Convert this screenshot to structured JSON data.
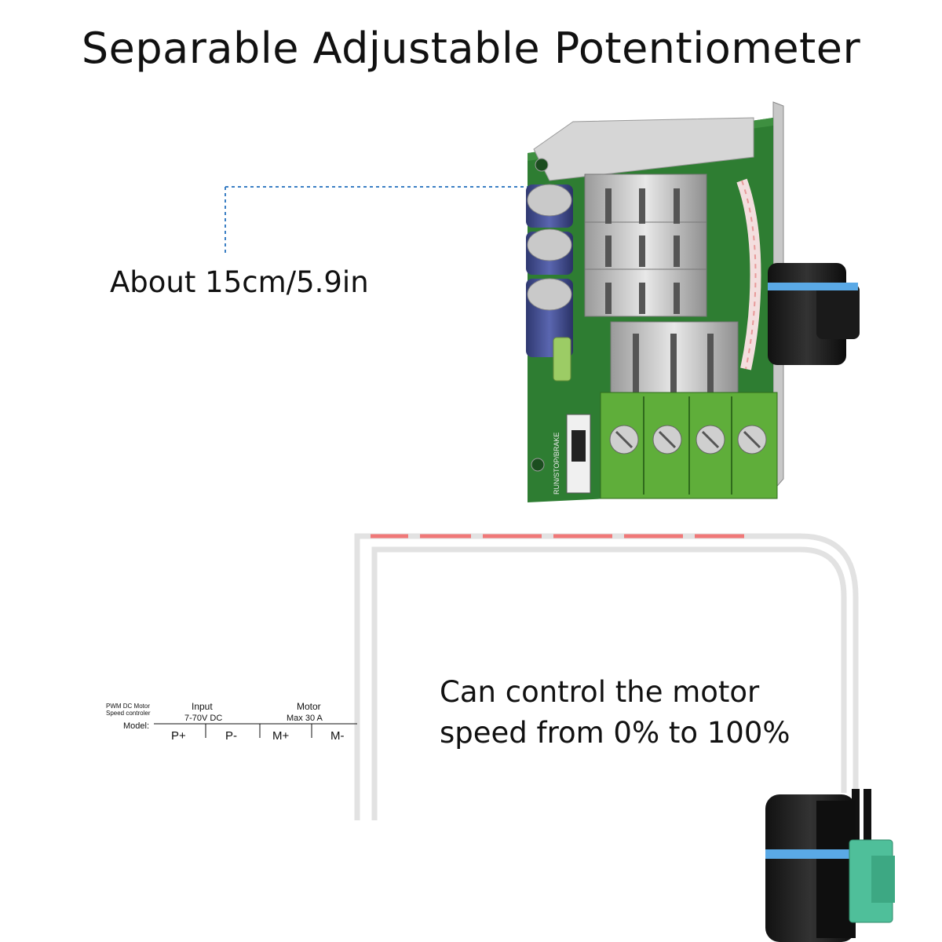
{
  "title": "Separable Adjustable Potentiometer",
  "length_label": "About 15cm/5.9in",
  "speed_caption": {
    "line1": "Can control the motor",
    "line2": "speed from 0% to 100%"
  },
  "board_label": {
    "brand_line1": "PWM DC Motor",
    "brand_line2": "Speed controler",
    "model": "Model:",
    "input_heading": "Input",
    "input_range": "7-70V DC",
    "motor_heading": "Motor",
    "motor_max": "Max  30  A",
    "terminals": [
      "P+",
      "P-",
      "M+",
      "M-"
    ]
  },
  "switch_label": "RUN/STOP/BRAKE",
  "colors": {
    "pcb": "#2e7d32",
    "terminal": "#5fae3a",
    "heatsink": "#c9c9c9",
    "capacitor": "#3f4a8a",
    "knob_stripe": "#5aa9e6",
    "connector": "#4fbf9a",
    "wire_red": "#e85a5a",
    "dotted_line": "#3b7fc4"
  }
}
